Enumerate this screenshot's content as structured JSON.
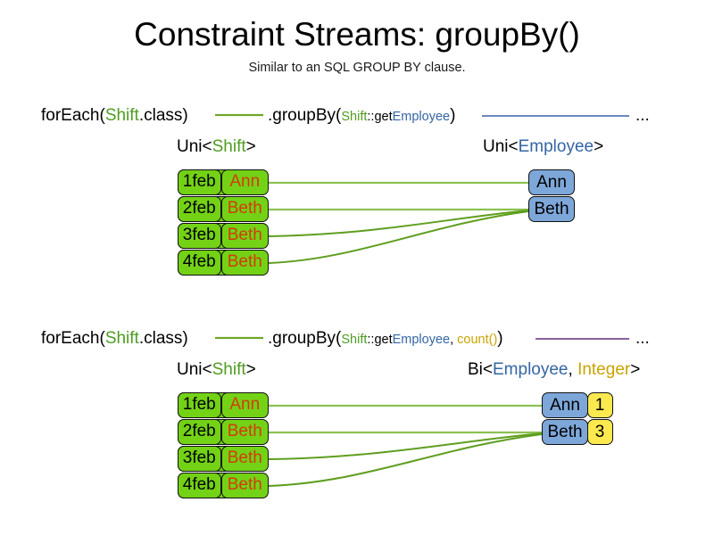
{
  "title": "Constraint Streams: groupBy()",
  "subtitle": "Similar to an SQL GROUP BY clause.",
  "colors": {
    "shift_green": "#4f9c20",
    "employee_blue": "#3465a4",
    "integer_gold": "#c8a400",
    "box_green": "#73d216",
    "box_blue": "#7da7d9",
    "box_yellow": "#fce94f",
    "name_orange": "#d43b08",
    "link_green": "#6fa828",
    "link_blue": "#5577b5",
    "link_purple": "#7a4b8f"
  },
  "sections": [
    {
      "id": "section-one",
      "code": {
        "for_each": "forEach(",
        "for_each_type": "Shift",
        "for_each_suffix": ".class)",
        "group_by": ".groupBy(",
        "mapper_owner": "Shift",
        "mapper_sep": "::get",
        "mapper_prop": "Employee",
        "group_by_close": ")",
        "ellipsis": "..."
      },
      "left_type": {
        "prefix": "Uni<",
        "generic": "Shift",
        "suffix": ">"
      },
      "right_type": {
        "prefix": "Uni<",
        "generic": "Employee",
        "suffix": ">"
      },
      "shifts": [
        {
          "date": "1feb",
          "employee": "Ann"
        },
        {
          "date": "2feb",
          "employee": "Beth"
        },
        {
          "date": "3feb",
          "employee": "Beth"
        },
        {
          "date": "4feb",
          "employee": "Beth"
        }
      ],
      "groups": [
        {
          "employee": "Ann"
        },
        {
          "employee": "Beth"
        }
      ]
    },
    {
      "id": "section-two",
      "code": {
        "for_each": "forEach(",
        "for_each_type": "Shift",
        "for_each_suffix": ".class)",
        "group_by": ".groupBy(",
        "mapper_owner": "Shift",
        "mapper_sep": "::get",
        "mapper_prop": "Employee",
        "collector_sep": ", ",
        "collector": "count()",
        "group_by_close": ")",
        "ellipsis": "..."
      },
      "left_type": {
        "prefix": "Uni<",
        "generic": "Shift",
        "suffix": ">"
      },
      "right_type": {
        "prefix": "Bi<",
        "generic": "Employee",
        "sep": ", ",
        "generic2": "Integer",
        "suffix": ">"
      },
      "shifts": [
        {
          "date": "1feb",
          "employee": "Ann"
        },
        {
          "date": "2feb",
          "employee": "Beth"
        },
        {
          "date": "3feb",
          "employee": "Beth"
        },
        {
          "date": "4feb",
          "employee": "Beth"
        }
      ],
      "groups": [
        {
          "employee": "Ann",
          "count": "1"
        },
        {
          "employee": "Beth",
          "count": "3"
        }
      ]
    }
  ]
}
